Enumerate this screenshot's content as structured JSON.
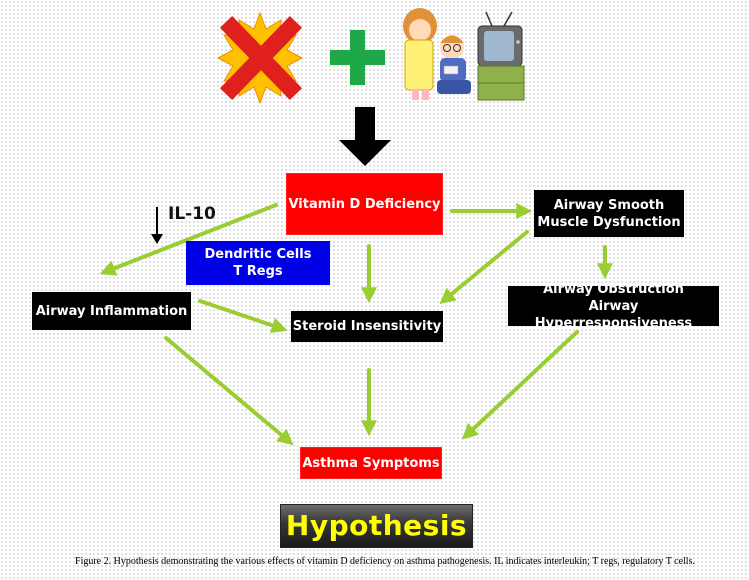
{
  "nodes": {
    "vitamin_d": [
      "Vitamin D Deficiency"
    ],
    "airway_smooth": [
      "Airway Smooth",
      "Muscle Dysfunction"
    ],
    "dendritic": [
      "Dendritic Cells",
      "T Regs"
    ],
    "airway_inflammation": [
      "Airway Inflammation"
    ],
    "steroid": [
      "Steroid Insensitivity"
    ],
    "obstruction": [
      "Airway Obstruction",
      "Airway Hyperresponsiveness"
    ],
    "asthma": [
      "Asthma Symptoms"
    ]
  },
  "il10_label": "IL-10",
  "hypothesis_label": "Hypothesis",
  "caption": "Figure 2. Hypothesis demonstrating the various effects of vitamin D deficiency on asthma pathogenesis. IL indicates interleukin; T regs, regulatory T cells.",
  "colors": {
    "arrow": "#9acd32",
    "red_box": "#ff0000",
    "blue_box": "#0000e6",
    "black_box": "#000000",
    "hypothesis_text": "#ffff00",
    "cross_mark": "#e0201c",
    "plus_mark": "#1fa84a",
    "sun_burst": "#ffc000"
  },
  "icons": [
    "no-sun-icon",
    "plus-icon",
    "kids-watching-tv-icon",
    "down-arrow-icon",
    "decrease-arrow-icon"
  ]
}
